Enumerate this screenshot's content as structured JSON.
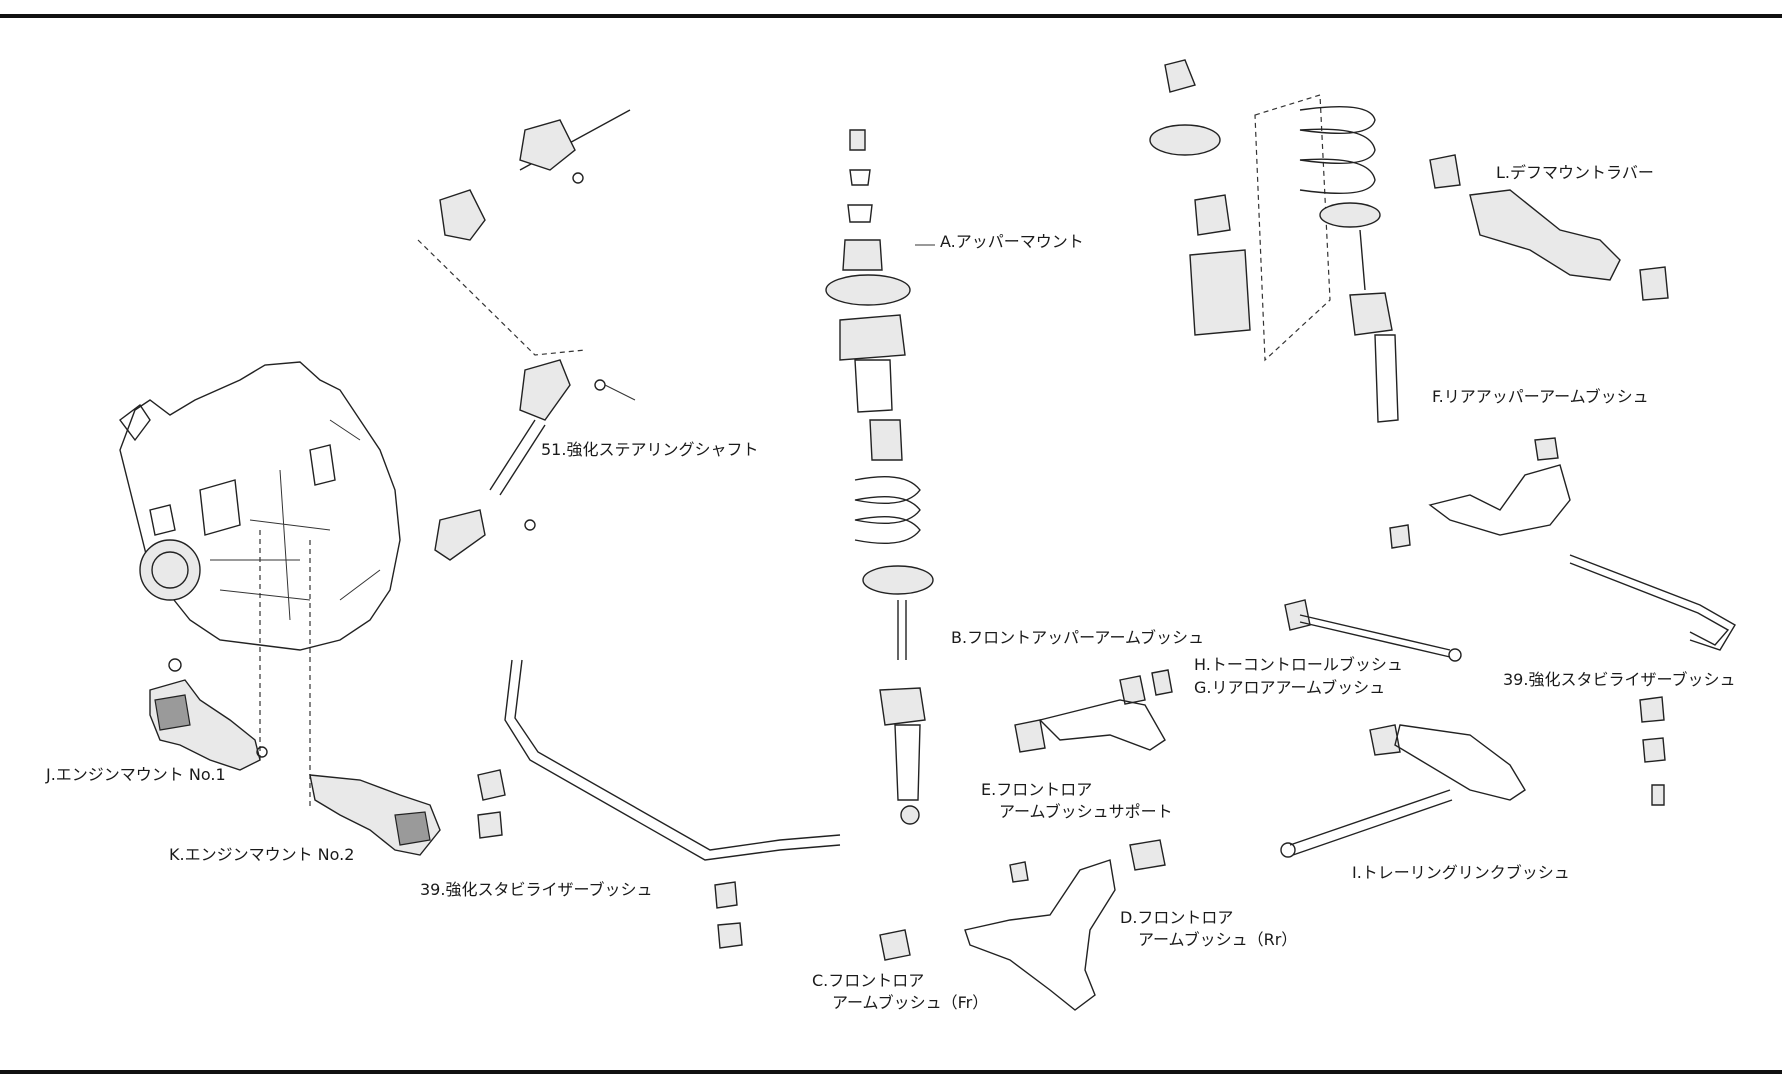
{
  "callouts": {
    "a": "A.アッパーマウント",
    "b": "B.フロントアッパーアームブッシュ",
    "c1": "C.フロントロア",
    "c2": "アームブッシュ（Fr）",
    "d1": "D.フロントロア",
    "d2": "アームブッシュ（Rr）",
    "e1": "E.フロントロア",
    "e2": "アームブッシュサポート",
    "f": "F.リアアッパーアームブッシュ",
    "g": "G.リアロアアームブッシュ",
    "h": "H.トーコントロールブッシュ",
    "i": "I.トレーリングリンクブッシュ",
    "j": "J.エンジンマウント No.1",
    "k": "K.エンジンマウント No.2",
    "l": "L.デフマウントラバー",
    "p51": "51.強化ステアリングシャフト",
    "p39_front": "39.強化スタビライザーブッシュ",
    "p39_rear": "39.強化スタビライザーブッシュ"
  }
}
